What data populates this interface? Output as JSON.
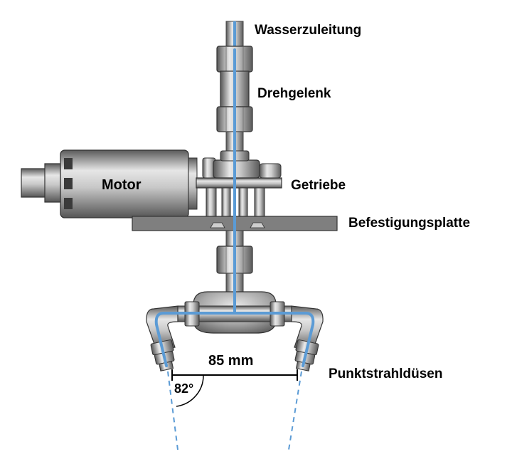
{
  "labels": {
    "water_inlet": "Wasserzuleitung",
    "swivel_joint": "Drehgelenk",
    "motor": "Motor",
    "gearbox": "Getriebe",
    "mounting_plate": "Befestigungsplatte",
    "nozzles": "Punktstrahldüsen",
    "distance": "85 mm",
    "angle": "82°"
  },
  "colors": {
    "water": "#5b9bd5",
    "metal_dark": "#4d4d4d",
    "metal_mid": "#9a9a9a",
    "metal_light": "#e6e6e6",
    "plate": "#7f7f7f"
  }
}
